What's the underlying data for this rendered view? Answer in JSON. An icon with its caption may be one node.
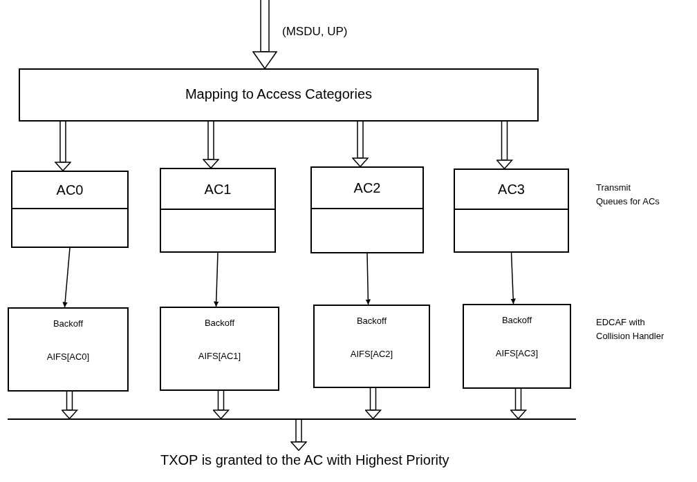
{
  "diagram": {
    "nodes": [
      {
        "text": [
          "Mapping to Access Categories"
        ]
      },
      {
        "text": [
          "AC0"
        ]
      },
      {
        "text": [
          "AC1"
        ]
      },
      {
        "text": [
          "AC2"
        ]
      },
      {
        "text": [
          "AC3"
        ]
      },
      {
        "text": [
          "Backoff",
          "AIFS[AC0]"
        ]
      },
      {
        "text": [
          "Backoff",
          "AIFS[AC1]"
        ]
      },
      {
        "text": [
          "Backoff",
          "AIFS[AC2]"
        ]
      },
      {
        "text": [
          "Backoff",
          "AIFS[AC3]"
        ]
      },
      {
        "text": [],
        "shape": "bar"
      },
      {
        "text": [
          "TXOP is granted to the AC with Highest Priority"
        ]
      }
    ],
    "edges": [
      {
        "from": null,
        "to": 0,
        "arrow": "to",
        "label": "(MSDU, UP)"
      },
      {
        "from": 0,
        "to": 1,
        "arrow": "to"
      },
      {
        "from": 0,
        "to": 2,
        "arrow": "to"
      },
      {
        "from": 0,
        "to": 3,
        "arrow": "to"
      },
      {
        "from": 0,
        "to": 4,
        "arrow": "to"
      },
      {
        "from": 1,
        "to": 5,
        "arrow": "to"
      },
      {
        "from": 2,
        "to": 6,
        "arrow": "to"
      },
      {
        "from": 3,
        "to": 7,
        "arrow": "to"
      },
      {
        "from": 4,
        "to": 8,
        "arrow": "to"
      },
      {
        "from": 5,
        "to": 9,
        "arrow": "to"
      },
      {
        "from": 6,
        "to": 9,
        "arrow": "to"
      },
      {
        "from": 7,
        "to": 9,
        "arrow": "to"
      },
      {
        "from": 8,
        "to": 9,
        "arrow": "to"
      },
      {
        "from": 9,
        "to": 10,
        "arrow": "to"
      }
    ],
    "labels": [
      "Transmit Queues for ACs",
      "EDCAF with Collision Handler"
    ]
  }
}
